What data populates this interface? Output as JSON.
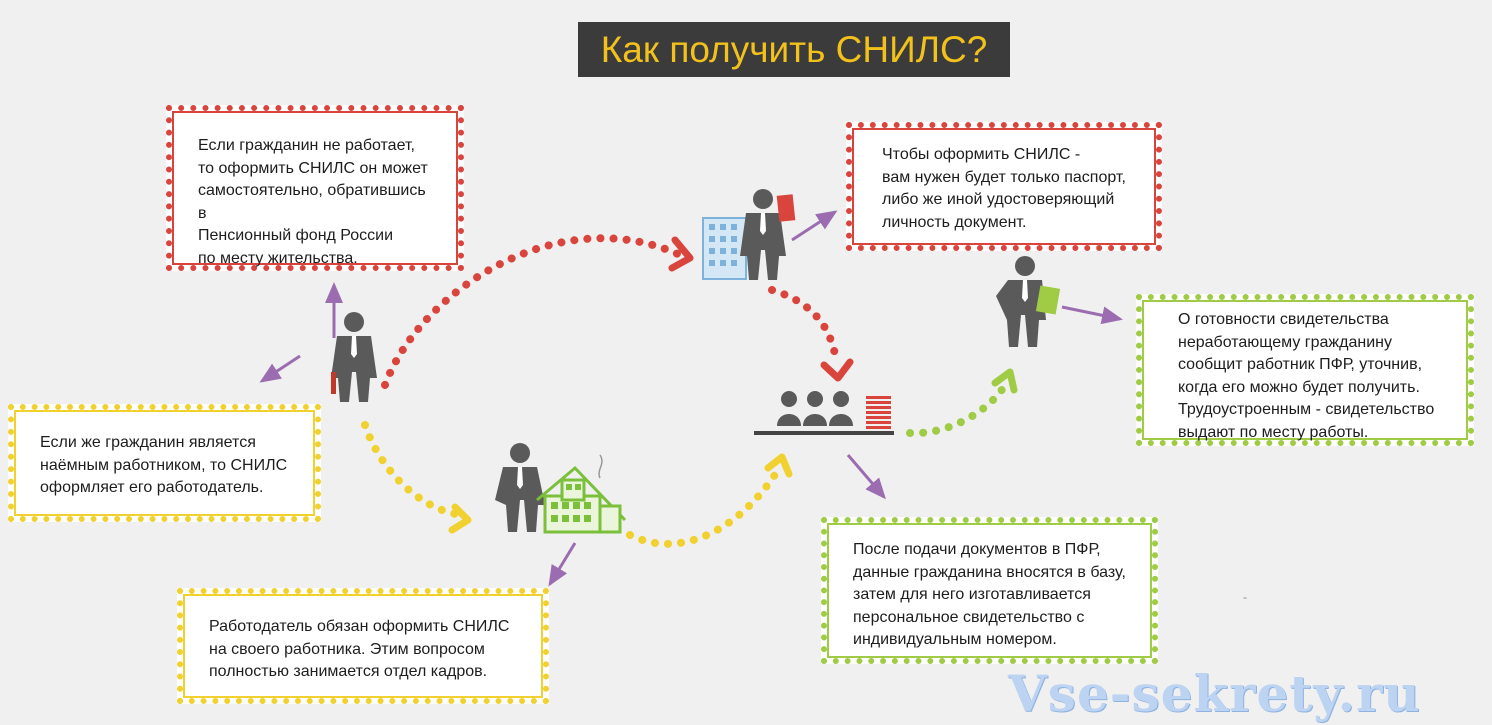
{
  "title": "Как получить СНИЛС?",
  "boxes": {
    "unemployed": "Если гражданин не работает,\nто оформить СНИЛС он может\nсамостоятельно, обратившись в\nПенсионный фонд России\nпо месту жительства.",
    "employed": "Если же гражданин является\nнаёмным работником, то СНИЛС\nоформляет его работодатель.",
    "employer": "Работодатель обязан оформить СНИЛС\nна своего работника. Этим вопросом\nполностью занимается отдел кадров.",
    "documents": "Чтобы оформить СНИЛС -\nвам нужен будет только паспорт,\nлибо же иной удостоверяющий\nличность документ.",
    "database": "После подачи документов в ПФР,\nданные гражданина вносятся в базу,\nзатем для него изготавливается\nперсональное свидетельство с\nиндивидуальным номером.",
    "ready": "О готовности свидетельства\nнеработающему гражданину\nсообщит работник ПФР, уточнив,\nкогда его можно будет получить.\nТрудоустроенным - свидетельство\nвыдают по месту работы."
  },
  "watermark": "Vse-sekrety.ru",
  "colors": {
    "red": "#d9453d",
    "yellow": "#f1d130",
    "green": "#9fcb45",
    "purple": "#9b6db0",
    "title_bg": "#3b3b3b",
    "title_text": "#f2c11c",
    "figure": "#5a5a5a"
  }
}
